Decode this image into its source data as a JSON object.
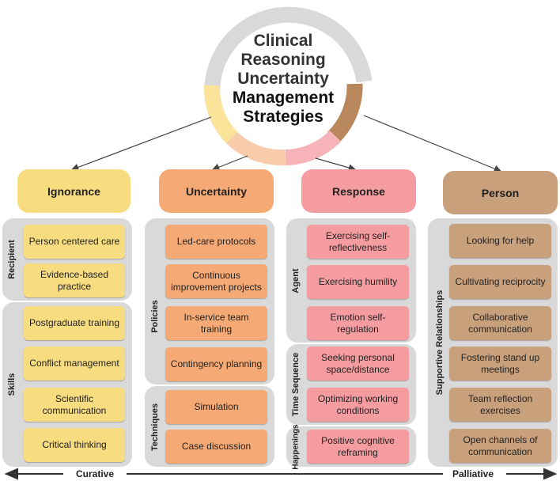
{
  "title": {
    "line1": "Clinical",
    "line2": "Reasoning",
    "line3": "Uncertainty",
    "line4": "Management",
    "line5": "Strategies"
  },
  "colors": {
    "yellow": "#f7dc80",
    "orange": "#f5a974",
    "pink": "#f49ca0",
    "brown": "#c9a07c",
    "panel": "#d9d9d9"
  },
  "columns": {
    "ignorance": {
      "header": "Ignorance",
      "group1_label": "Recipient",
      "group1_items": [
        "Person centered care",
        "Evidence-based practice"
      ],
      "group2_label": "Skills",
      "group2_items": [
        "Postgraduate training",
        "Conflict management",
        "Scientific communication",
        "Critical thinking"
      ]
    },
    "uncertainty": {
      "header": "Uncertainty",
      "group1_label": "Policies",
      "group1_items": [
        "Led-care protocols",
        "Continuous improvement projects",
        "In-service team training",
        "Contingency planning"
      ],
      "group2_label": "Techniques",
      "group2_items": [
        "Simulation",
        "Case discussion"
      ]
    },
    "response": {
      "header": "Response",
      "group1_label": "Agent",
      "group1_items": [
        "Exercising self-reflectiveness",
        "Exercising humility",
        "Emotion self-regulation"
      ],
      "group2_label": "Time Sequence",
      "group2_items": [
        "Seeking personal space/distance",
        "Optimizing working conditions"
      ],
      "group3_label": "Happenings",
      "group3_items": [
        "Positive cognitive reframing"
      ]
    },
    "person": {
      "header": "Person",
      "group1_label": "Supportive Relationships",
      "group1_items": [
        "Looking for help",
        "Cultivating reciprocity",
        "Collaborative communication",
        "Fostering stand up meetings",
        "Team reflection exercises",
        "Open channels of communication"
      ]
    }
  },
  "axis": {
    "left": "Curative",
    "right": "Palliative"
  }
}
